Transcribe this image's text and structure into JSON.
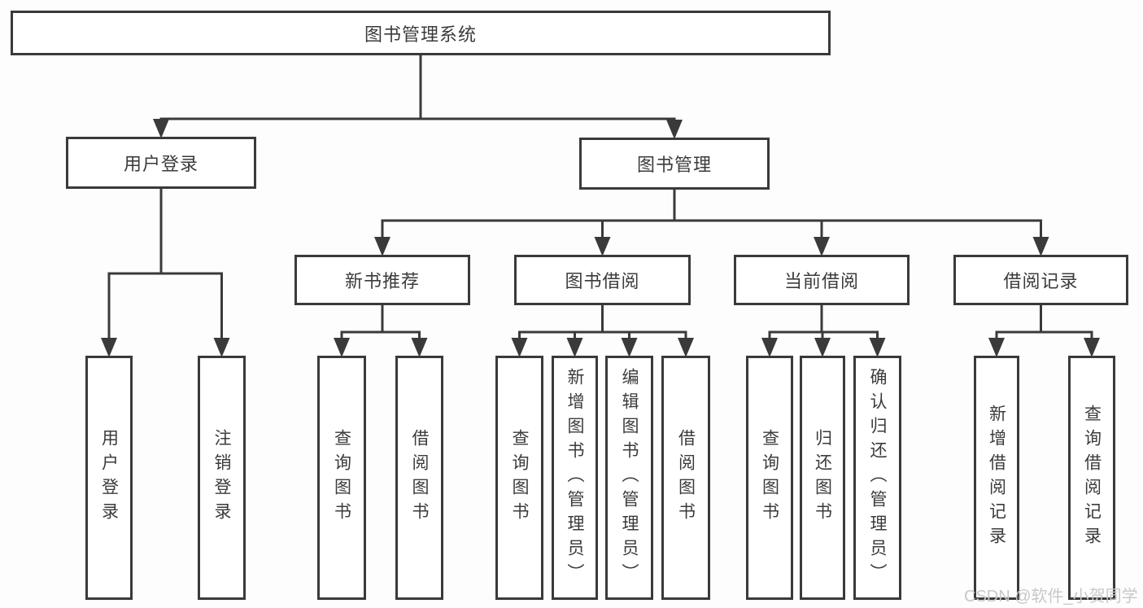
{
  "diagram": {
    "type": "hierarchy-tree",
    "nodes": [
      {
        "id": "root",
        "label": "图书管理系统",
        "orient": "h"
      },
      {
        "id": "user-login",
        "label": "用户登录",
        "orient": "h"
      },
      {
        "id": "book-mgmt",
        "label": "图书管理",
        "orient": "h"
      },
      {
        "id": "new-book-rec",
        "label": "新书推荐",
        "orient": "h"
      },
      {
        "id": "book-borrow",
        "label": "图书借阅",
        "orient": "h"
      },
      {
        "id": "current-borrow",
        "label": "当前借阅",
        "orient": "h"
      },
      {
        "id": "borrow-records",
        "label": "借阅记录",
        "orient": "h"
      },
      {
        "id": "v-user-login",
        "label": "用户登录",
        "orient": "v"
      },
      {
        "id": "v-logout",
        "label": "注销登录",
        "orient": "v"
      },
      {
        "id": "v-query-books-1",
        "label": "查询图书",
        "orient": "v"
      },
      {
        "id": "v-borrow-books-1",
        "label": "借阅图书",
        "orient": "v"
      },
      {
        "id": "v-query-books-2",
        "label": "查询图书",
        "orient": "v"
      },
      {
        "id": "v-add-book",
        "label": "新增图书（管理员）",
        "orient": "v"
      },
      {
        "id": "v-edit-book",
        "label": "编辑图书（管理员）",
        "orient": "v"
      },
      {
        "id": "v-borrow-books-2",
        "label": "借阅图书",
        "orient": "v"
      },
      {
        "id": "v-query-books-3",
        "label": "查询图书",
        "orient": "v"
      },
      {
        "id": "v-return-book",
        "label": "归还图书",
        "orient": "v"
      },
      {
        "id": "v-confirm-return",
        "label": "确认归还（管理员）",
        "orient": "v"
      },
      {
        "id": "v-add-borrow-record",
        "label": "新增借阅记录",
        "orient": "v"
      },
      {
        "id": "v-query-borrow-record",
        "label": "查询借阅记录",
        "orient": "v"
      }
    ],
    "edges": [
      {
        "from": "root",
        "to": [
          "user-login",
          "book-mgmt"
        ]
      },
      {
        "from": "user-login",
        "to": [
          "v-user-login",
          "v-logout"
        ]
      },
      {
        "from": "book-mgmt",
        "to": [
          "new-book-rec",
          "book-borrow",
          "current-borrow",
          "borrow-records"
        ]
      },
      {
        "from": "new-book-rec",
        "to": [
          "v-query-books-1",
          "v-borrow-books-1"
        ]
      },
      {
        "from": "book-borrow",
        "to": [
          "v-query-books-2",
          "v-add-book",
          "v-edit-book",
          "v-borrow-books-2"
        ]
      },
      {
        "from": "current-borrow",
        "to": [
          "v-query-books-3",
          "v-return-book",
          "v-confirm-return"
        ]
      },
      {
        "from": "borrow-records",
        "to": [
          "v-add-borrow-record",
          "v-query-borrow-record"
        ]
      }
    ],
    "colors": {
      "line": "#3a3a3a",
      "text": "#3b3b3b",
      "box_background": "#ffffff",
      "watermark": "#c8c8c8"
    }
  },
  "watermark": {
    "text": "CSDN @软件_小贺同学"
  }
}
